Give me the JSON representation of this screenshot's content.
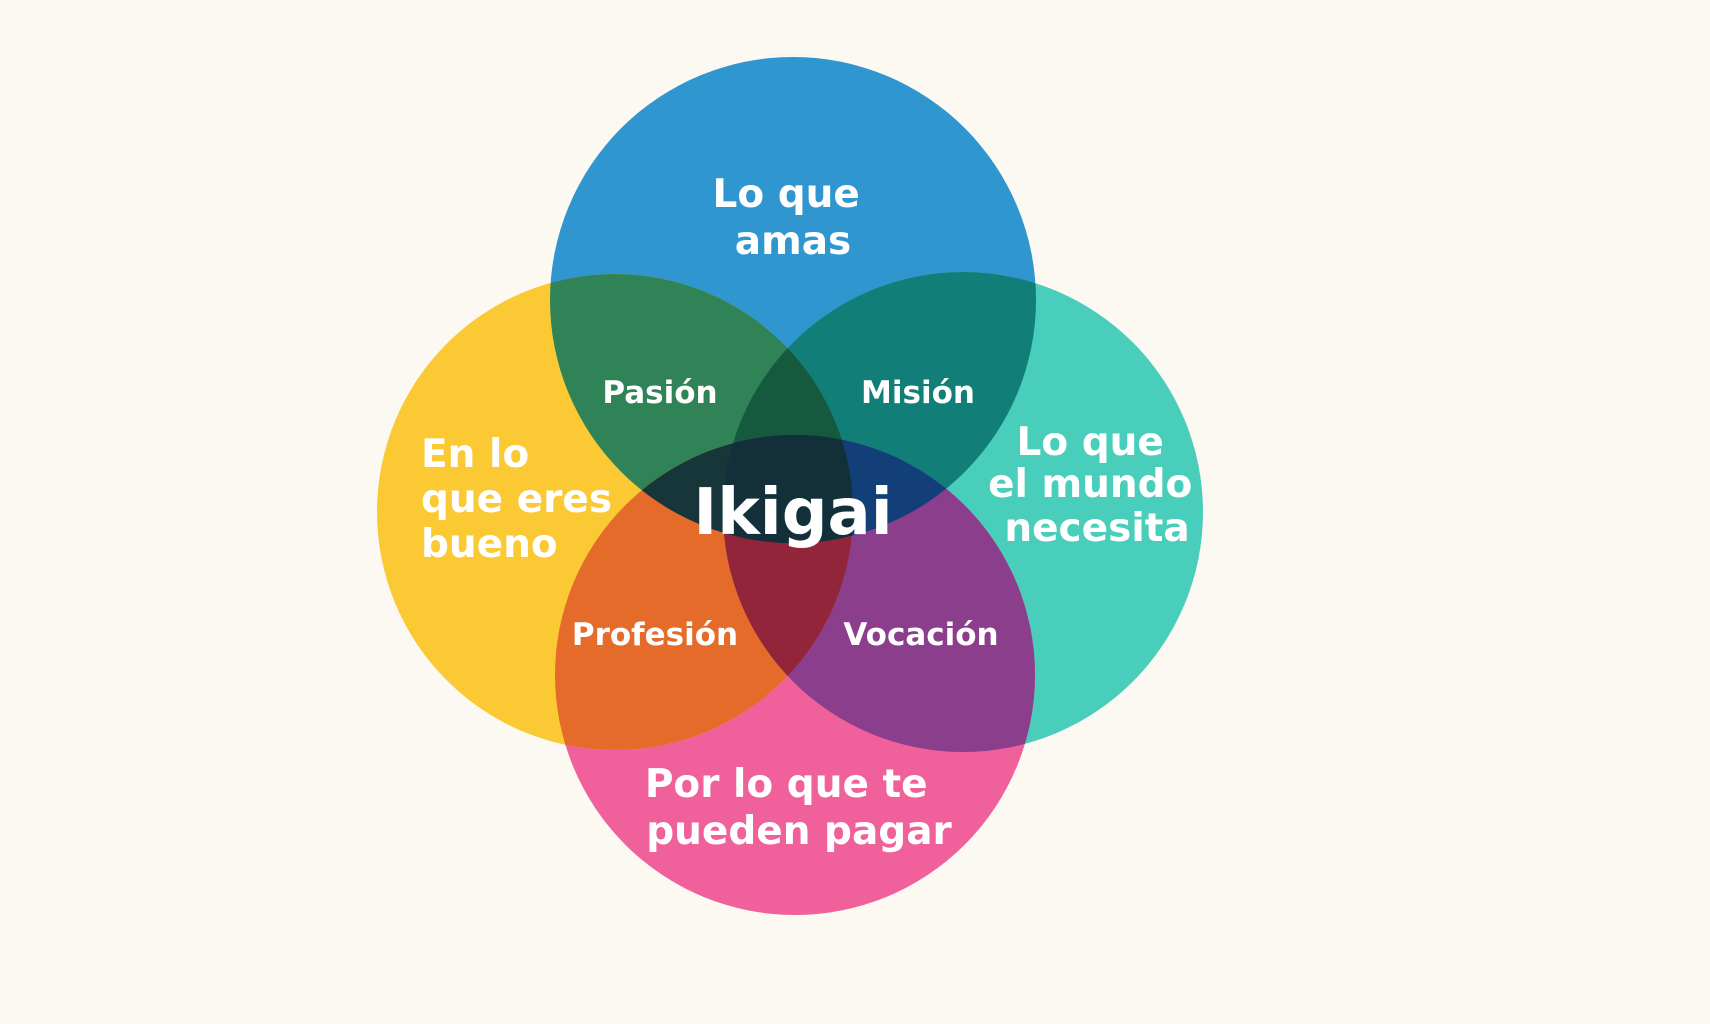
{
  "diagram": {
    "background": "#fcf8f2",
    "circles": {
      "top": {
        "color": "#2f96cf",
        "label_lines": [
          "Lo que",
          "amas"
        ]
      },
      "left": {
        "color": "#fbc933",
        "label_lines": [
          "En lo",
          "que eres",
          "bueno"
        ]
      },
      "right": {
        "color": "#48ceba",
        "label_lines": [
          "Lo que",
          "el mundo",
          "necesita"
        ]
      },
      "bottom": {
        "color": "#f0609b",
        "label_lines": [
          "Por lo que te",
          "pueden pagar"
        ]
      }
    },
    "intersections": {
      "top_left": {
        "label": "Pasión",
        "color": "#2f8357"
      },
      "top_right": {
        "label": "Misión",
        "color": "#117e78"
      },
      "bottom_left": {
        "label": "Profesión",
        "color": "#e46b29"
      },
      "bottom_right": {
        "label": "Vocación",
        "color": "#8b3e8c"
      }
    },
    "center": {
      "label": "Ikigai",
      "color": "#13303a"
    }
  }
}
